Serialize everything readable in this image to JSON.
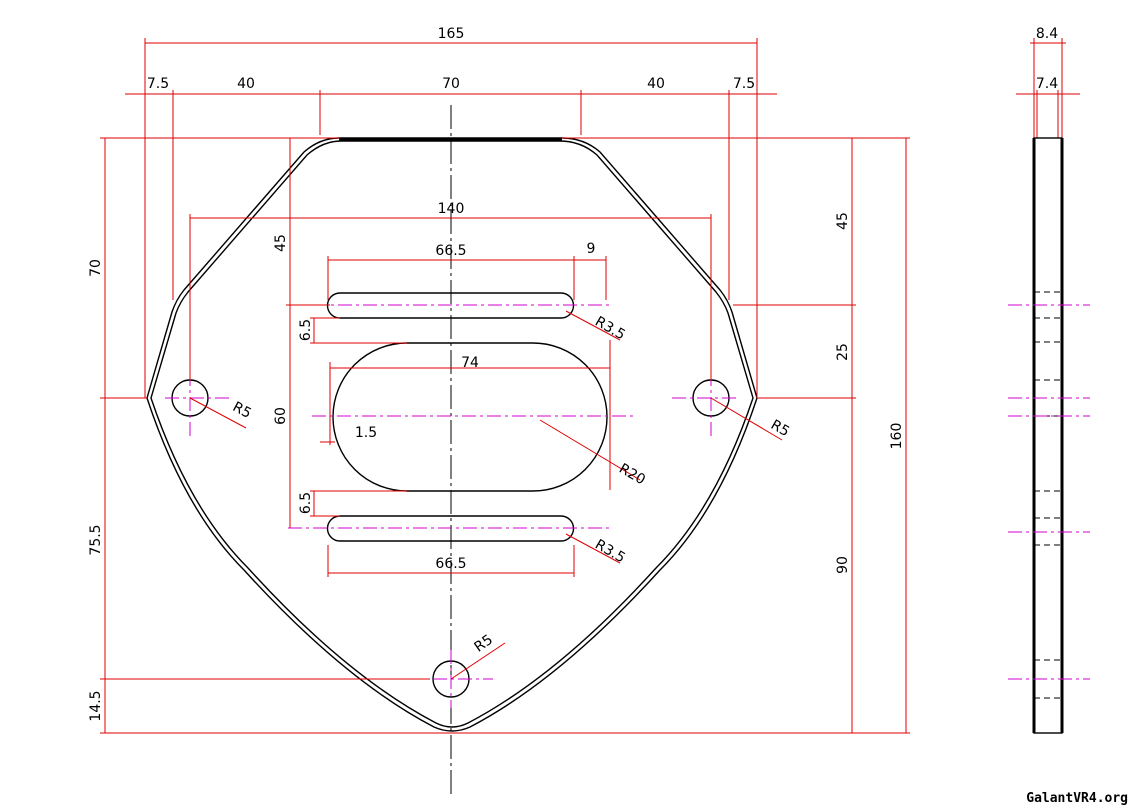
{
  "dimensions": {
    "overall_width": "165",
    "left_margin": "7.5",
    "left_span": "40",
    "center_span": "70",
    "right_span": "40",
    "right_margin": "7.5",
    "thickness_outer": "8.4",
    "thickness_inner": "7.4",
    "hole_spacing": "140",
    "slot_length_top": "66.5",
    "slot_offset": "9",
    "slot_radius_top": "R3.5",
    "slot_height_top": "6.5",
    "large_slot_length": "74",
    "large_slot_height": "60",
    "large_slot_offset": "1.5",
    "large_slot_radius": "R20",
    "slot_height_bottom": "6.5",
    "slot_length_bottom": "66.5",
    "slot_radius_bottom": "R3.5",
    "hole_radius_left": "R5",
    "hole_radius_right": "R5",
    "hole_radius_bottom": "R5",
    "left_height_top": "70",
    "left_height_mid": "75.5",
    "left_height_bottom": "14.5",
    "inner_height_45": "45",
    "right_height_top": "45",
    "right_height_mid": "25",
    "right_height_bottom": "90",
    "overall_height": "160"
  },
  "watermark": "GalantVR4.org",
  "colors": {
    "dimension_lines": "#e00000",
    "center_lines": "#d000d0",
    "part_outline": "#000000"
  }
}
